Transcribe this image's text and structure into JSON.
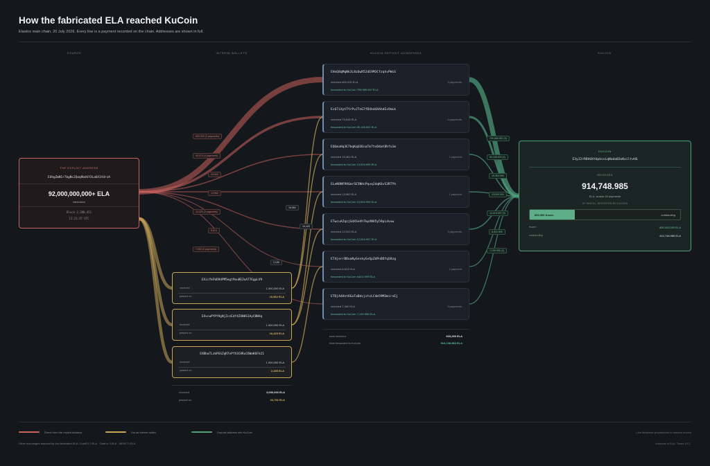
{
  "header": {
    "title": "How the fabricated ELA reached KuCoin",
    "subtitle": "Elastos main chain, 20 July 2026. Every line is a payment recorded on the chain. Addresses are shown in full."
  },
  "columns": [
    "SOURCE",
    "INTERIM WALLETS",
    "KUCOIN DEPOSIT ADDRESSES",
    "KUCOIN"
  ],
  "exploit": {
    "label": "THE EXPLOIT ADDRESS",
    "address": "EUhgZmN1r7bgNc2Qoq9bdkY3La6X1tUrzA",
    "amount": "92,000,000,000+ ELA",
    "amount_sub": "fabricated",
    "block": "Block 2,398,451",
    "time": "11:21:37 UTC"
  },
  "wallets": [
    {
      "address": "EXicYkFbD9dPM5egt9ouBEZoA77EgpLV9",
      "received_label": "received",
      "received": "1,000,000 ELA",
      "passed_label": "passed on",
      "passed": "16,562 ELA"
    },
    {
      "address": "EXvcwPYPY9gNjZczEdf4ZXN8S1AyCBNAq",
      "received_label": "received",
      "received": "1,000,000 ELA",
      "passed_label": "passed on",
      "passed": "16,425 ELA"
    },
    {
      "address": "EXBbaTLzbPGSZqR7vPfX3CHRuC6WaK6Fh21",
      "received_label": "received",
      "received": "1,000,000 ELA",
      "passed_label": "passed on",
      "passed": "2,185 ELA"
    }
  ],
  "wallet_totals": {
    "received_label": "received",
    "received": "3,000,000 ELA",
    "passed_label": "passed on",
    "passed": "34,752 ELA"
  },
  "deposits": [
    {
      "address": "EHnQ8qMqNk3L8z6wR52dE9M3CfzqhvPWcG",
      "received": "received 800,000 ELA",
      "payments": "3 payments",
      "forwarded": "forwarded to KuCoin 799,989.987 ELA"
    },
    {
      "address": "Ec67iXytTYrPvJTnG7fDXkd4XAhdEx9mLk",
      "received": "received 79,818 ELA",
      "payments": "4 payments",
      "forwarded": "forwarded to KuCoin 80,165.000 ELA"
    },
    {
      "address": "EQGmaHq3E7bqKqU3EnaTm7tsD4atBhfu1m",
      "received": "received 15,963 ELA",
      "payments": "1 payment",
      "forwarded": "forwarded to KuCoin 13,003.995 ELA"
    },
    {
      "address": "ELeN8NF9AGmrSE5NHcPqvqJdqK6vS3RTYh",
      "received": "received 13,962 ELA",
      "payments": "1 payment",
      "forwarded": "forwarded to KuCoin 13,000.999 ELA"
    },
    {
      "address": "ETwcuAZqzjGdXSeVhTkpVNU5y59pLdvuw",
      "received": "received 12,020 ELA",
      "payments": "3 payments",
      "forwarded": "forwarded to KuCoin 12,019.997 ELA"
    },
    {
      "address": "ET4jerrBDuaNyGeskyGvQpZdPnDDYqS8zg",
      "received": "received 8,613 ELA",
      "payments": "1 payment",
      "forwarded": "forwarded to KuCoin 8,610.999 ELA"
    },
    {
      "address": "ETDjA4Hnt6GaTaBdcjstzLC4m59M3mirvEj",
      "received": "received 7,060 ELA",
      "payments": "3 payments",
      "forwarded": "forwarded to KuCoin 7,199.996 ELA"
    }
  ],
  "deposit_totals": {
    "received_label": "total received",
    "received": "933,299 ELA",
    "forwarded_label": "total forwarded to KuCoin",
    "forwarded": "914,748.983 ELA"
  },
  "kucoin": {
    "label": "KUCOIN",
    "address": "E3yJ2rR8hUXtUpksvLqNadoB3xKoiltvHG",
    "received_label": "RECEIVED",
    "amount": "914,748.985",
    "amount_sub": "ELA, across 15 payments",
    "reported": "OF WHICH, REPORTED BY KUCOIN",
    "frozen": "800,000 frozen",
    "outstanding": "outstanding",
    "frozen_fraction": 0.3,
    "rows": [
      {
        "label": "frozen",
        "value": "800,000,000 ELA"
      },
      {
        "label": "outstanding",
        "value": "414,748.985 ELA"
      }
    ]
  },
  "flow_labels": {
    "exploit": [
      "800,000 (3 payments)",
      "40,974 (4 payments)",
      "15,963",
      "13,962",
      "10,020 (3 payments)",
      "8,613",
      "7,060 (3 payments)"
    ],
    "wallets": [
      "16,562",
      "16,425",
      "2,185"
    ],
    "kucoin": [
      "799,989.987 (3)",
      "80,165.000 (4)",
      "15,963.995",
      "13,000.999",
      "12,019.997 (3)",
      "8,610.999",
      "7,199.996 (3)"
    ]
  },
  "legend": {
    "red": "Direct from the exploit address",
    "gold": "Via an interim wallet",
    "green": "Deposit address into KuCoin",
    "note": "Line thickness proportional to amount moved",
    "other": "Other exchanges reached by the fabricated ELA: CoinEX 0 ELA · Gate.io 0 ELA · MEXC 0 ELA",
    "units": "Amounts in ELA. Times UTC."
  },
  "colors": {
    "red": "#c9635d",
    "gold": "#c9a85a",
    "green": "#4e9f7c",
    "blue": "#6f8fb0"
  }
}
